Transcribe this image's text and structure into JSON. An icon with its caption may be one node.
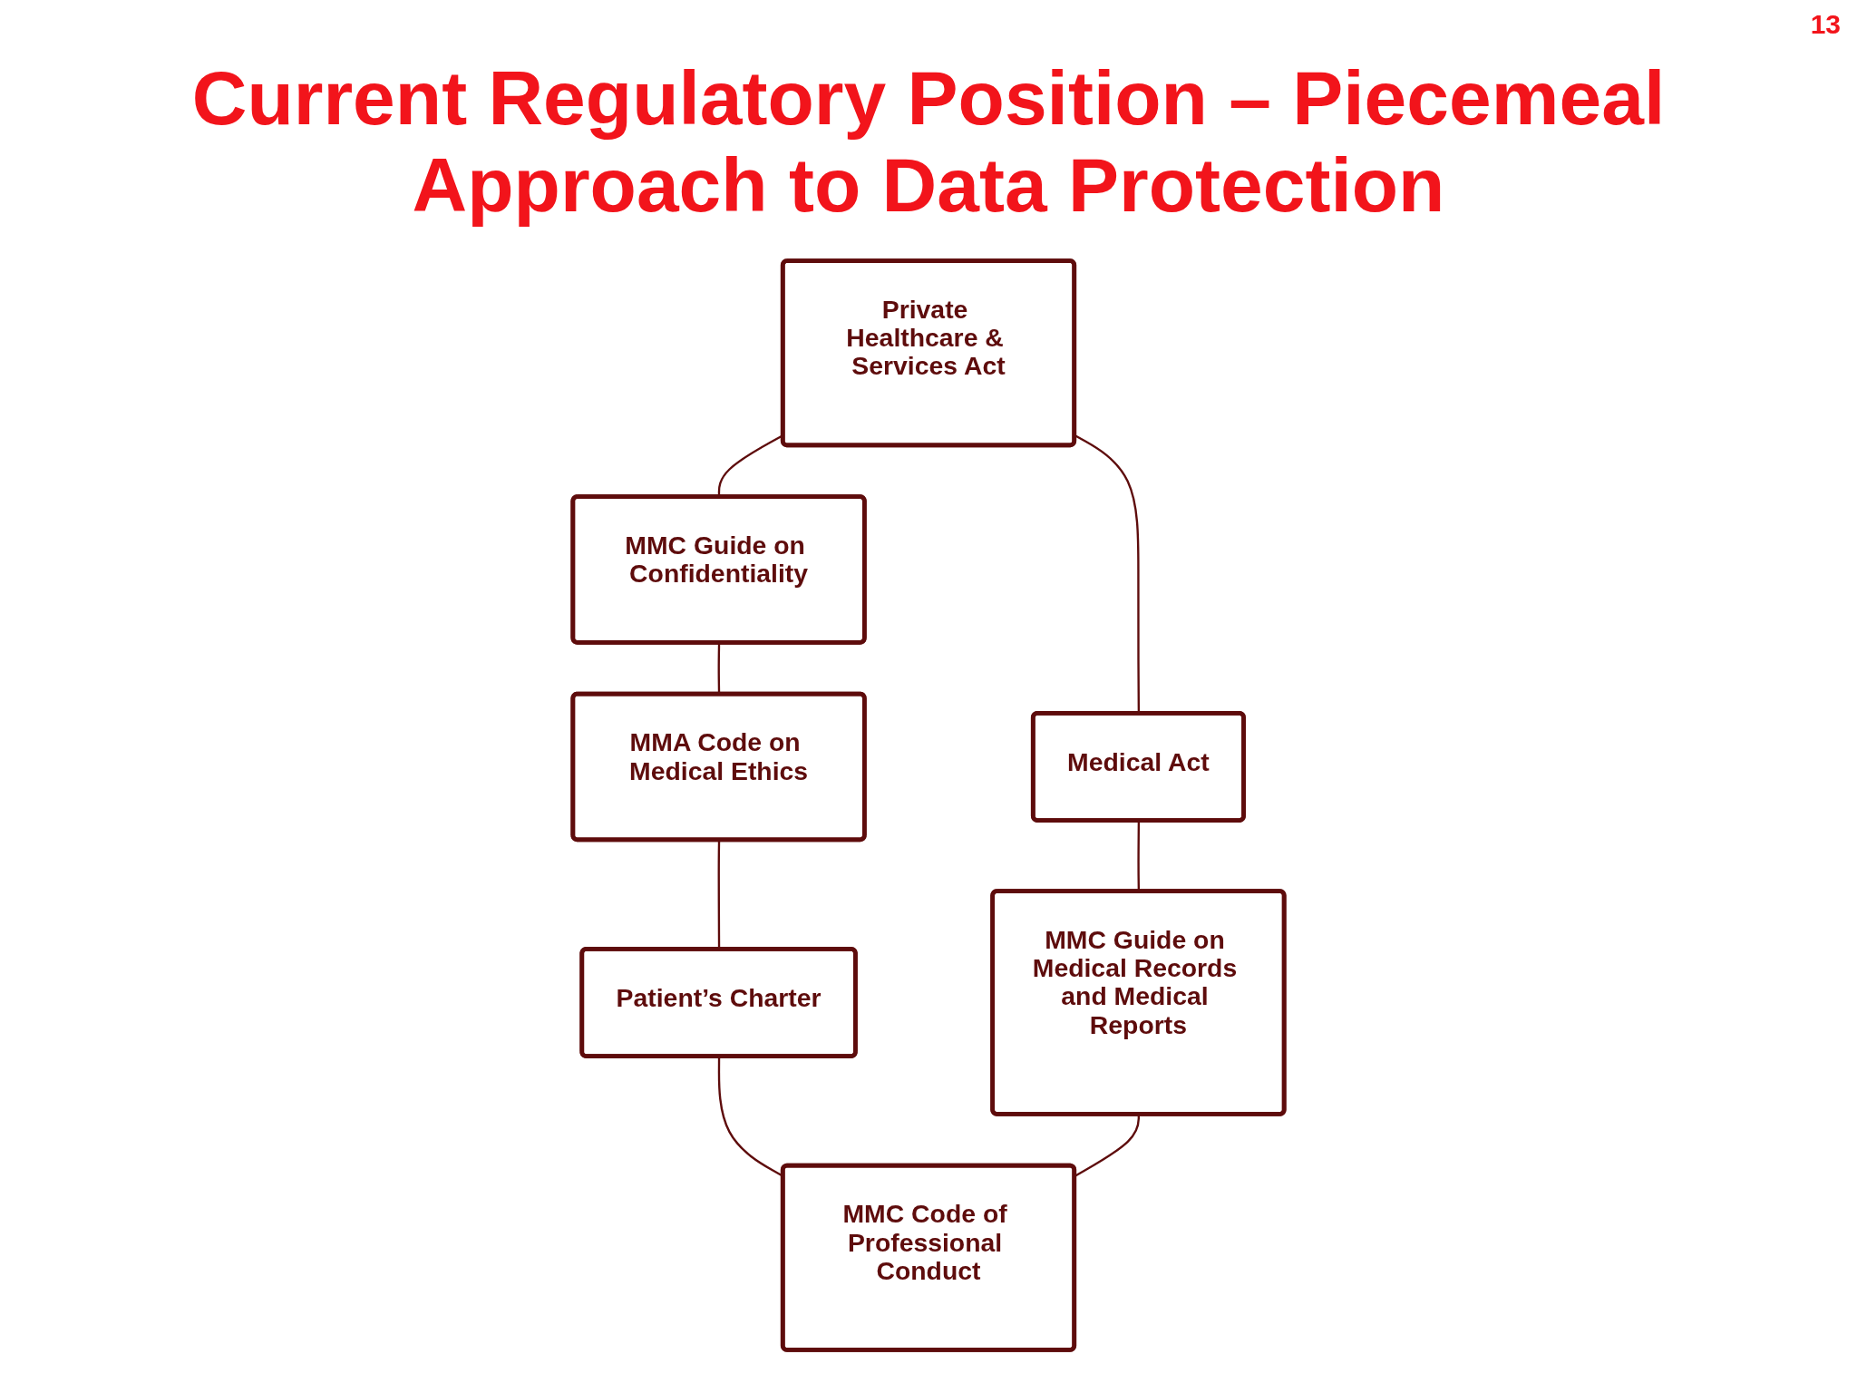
{
  "diagram": {
    "title": "Current Regulatory Position – Piecemeal Approach to Data Protection",
    "nodes": [
      {
        "text": [
          "Private Healthcare & Services Act"
        ]
      },
      {
        "text": [
          "MMC Guide on Confidentiality"
        ]
      },
      {
        "text": [
          "Medical Act"
        ]
      },
      {
        "text": [
          "MMA Code on Medical Ethics"
        ]
      },
      {
        "text": [
          "MMC Guide on Medical Records and Medical Reports"
        ]
      },
      {
        "text": [
          "Patient’s Charter"
        ]
      },
      {
        "text": [
          "MMC Code of Professional Conduct"
        ]
      }
    ],
    "edges": [
      {
        "from": 0,
        "to": 1,
        "arrow": "none"
      },
      {
        "from": 1,
        "to": 3,
        "arrow": "none"
      },
      {
        "from": 3,
        "to": 5,
        "arrow": "none"
      },
      {
        "from": 5,
        "to": 6,
        "arrow": "none"
      },
      {
        "from": 4,
        "to": 6,
        "arrow": "none"
      },
      {
        "from": 2,
        "to": 4,
        "arrow": "none"
      },
      {
        "from": 0,
        "to": 2,
        "arrow": "none"
      }
    ],
    "labels": [
      "13"
    ]
  }
}
